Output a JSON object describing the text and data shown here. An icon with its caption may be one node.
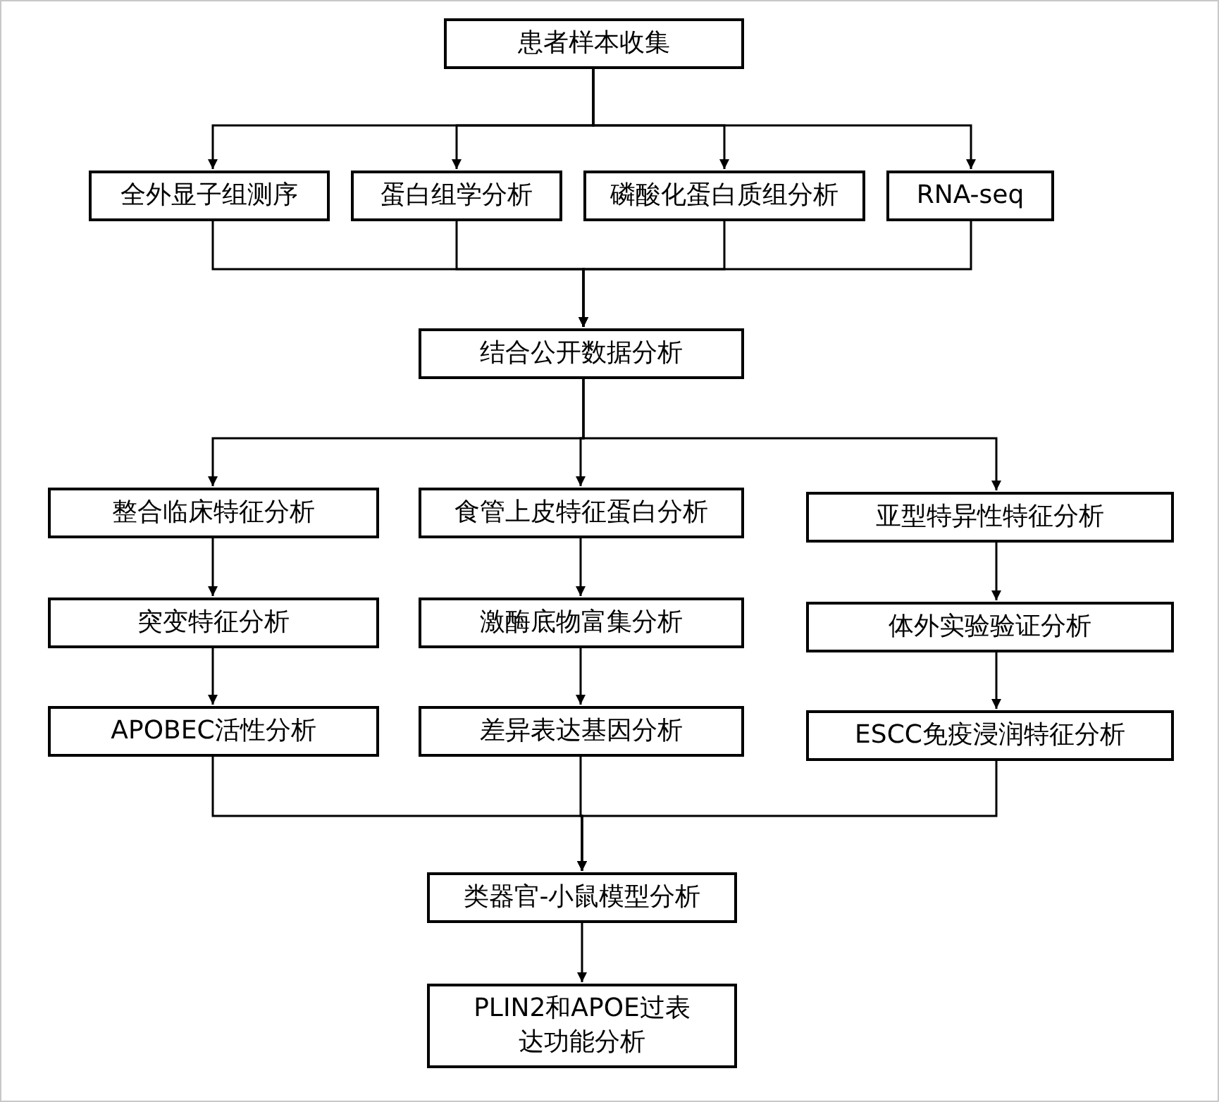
{
  "diagram": {
    "nodes": [
      {
        "text": [
          "患者样本收集"
        ]
      },
      {
        "text": [
          "全外显子组测序"
        ]
      },
      {
        "text": [
          "蛋白组学分析"
        ]
      },
      {
        "text": [
          "磷酸化蛋白质组分析"
        ]
      },
      {
        "text": [
          "RNA-seq"
        ]
      },
      {
        "text": [
          "结合公开数据分析"
        ]
      },
      {
        "text": [
          "整合临床特征分析"
        ]
      },
      {
        "text": [
          "食管上皮特征蛋白分析"
        ]
      },
      {
        "text": [
          "亚型特异性特征分析"
        ]
      },
      {
        "text": [
          "突变特征分析"
        ]
      },
      {
        "text": [
          "激酶底物富集分析"
        ]
      },
      {
        "text": [
          "体外实验验证分析"
        ]
      },
      {
        "text": [
          "APOBEC活性分析"
        ]
      },
      {
        "text": [
          "差异表达基因分析"
        ]
      },
      {
        "text": [
          "ESCC免疫浸润特征分析"
        ]
      },
      {
        "text": [
          "类器官-小鼠模型分析"
        ]
      },
      {
        "text": [
          "PLIN2和APOE过表达功能分析"
        ]
      }
    ],
    "edges": [
      {
        "from": 0,
        "to": 1,
        "arrow": "to"
      },
      {
        "from": 0,
        "to": 2,
        "arrow": "to"
      },
      {
        "from": 0,
        "to": 3,
        "arrow": "to"
      },
      {
        "from": 0,
        "to": 4,
        "arrow": "to"
      },
      {
        "from": 1,
        "to": 5,
        "arrow": "to"
      },
      {
        "from": 2,
        "to": 5,
        "arrow": "to"
      },
      {
        "from": 3,
        "to": 5,
        "arrow": "to"
      },
      {
        "from": 4,
        "to": 5,
        "arrow": "to"
      },
      {
        "from": 5,
        "to": 6,
        "arrow": "to"
      },
      {
        "from": 5,
        "to": 7,
        "arrow": "to"
      },
      {
        "from": 5,
        "to": 8,
        "arrow": "to"
      },
      {
        "from": 6,
        "to": 9,
        "arrow": "to"
      },
      {
        "from": 9,
        "to": 12,
        "arrow": "to"
      },
      {
        "from": 7,
        "to": 10,
        "arrow": "to"
      },
      {
        "from": 10,
        "to": 13,
        "arrow": "to"
      },
      {
        "from": 8,
        "to": 11,
        "arrow": "to"
      },
      {
        "from": 11,
        "to": 14,
        "arrow": "to"
      },
      {
        "from": 12,
        "to": 15,
        "arrow": "to"
      },
      {
        "from": 13,
        "to": 15,
        "arrow": "to"
      },
      {
        "from": 14,
        "to": 15,
        "arrow": "to"
      },
      {
        "from": 15,
        "to": 16,
        "arrow": "to"
      }
    ]
  }
}
